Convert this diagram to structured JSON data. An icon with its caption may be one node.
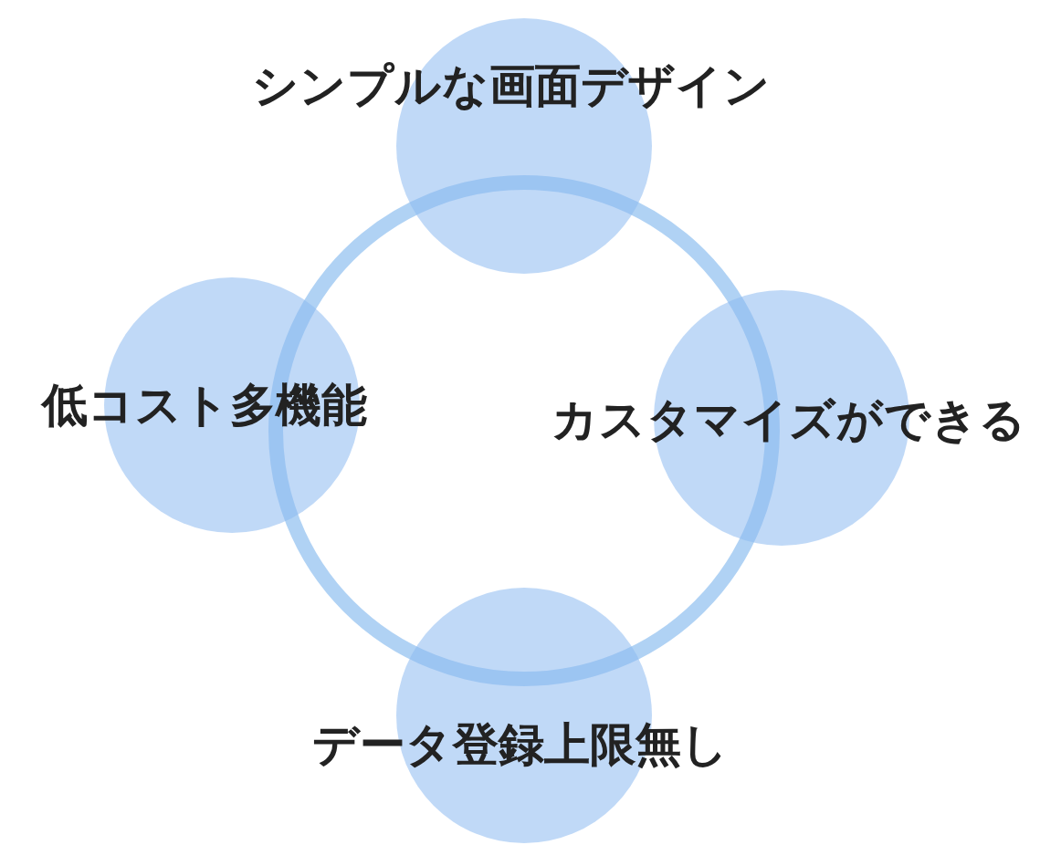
{
  "diagram": {
    "nodes": [
      {
        "text": [
          "シンプルな画面デザイン"
        ]
      },
      {
        "text": [
          "低コスト多機能"
        ]
      },
      {
        "text": [
          "カスタマイズができる"
        ]
      },
      {
        "text": [
          "データ登録上限無し"
        ]
      },
      {
        "text": [],
        "shape": "circle"
      }
    ]
  }
}
